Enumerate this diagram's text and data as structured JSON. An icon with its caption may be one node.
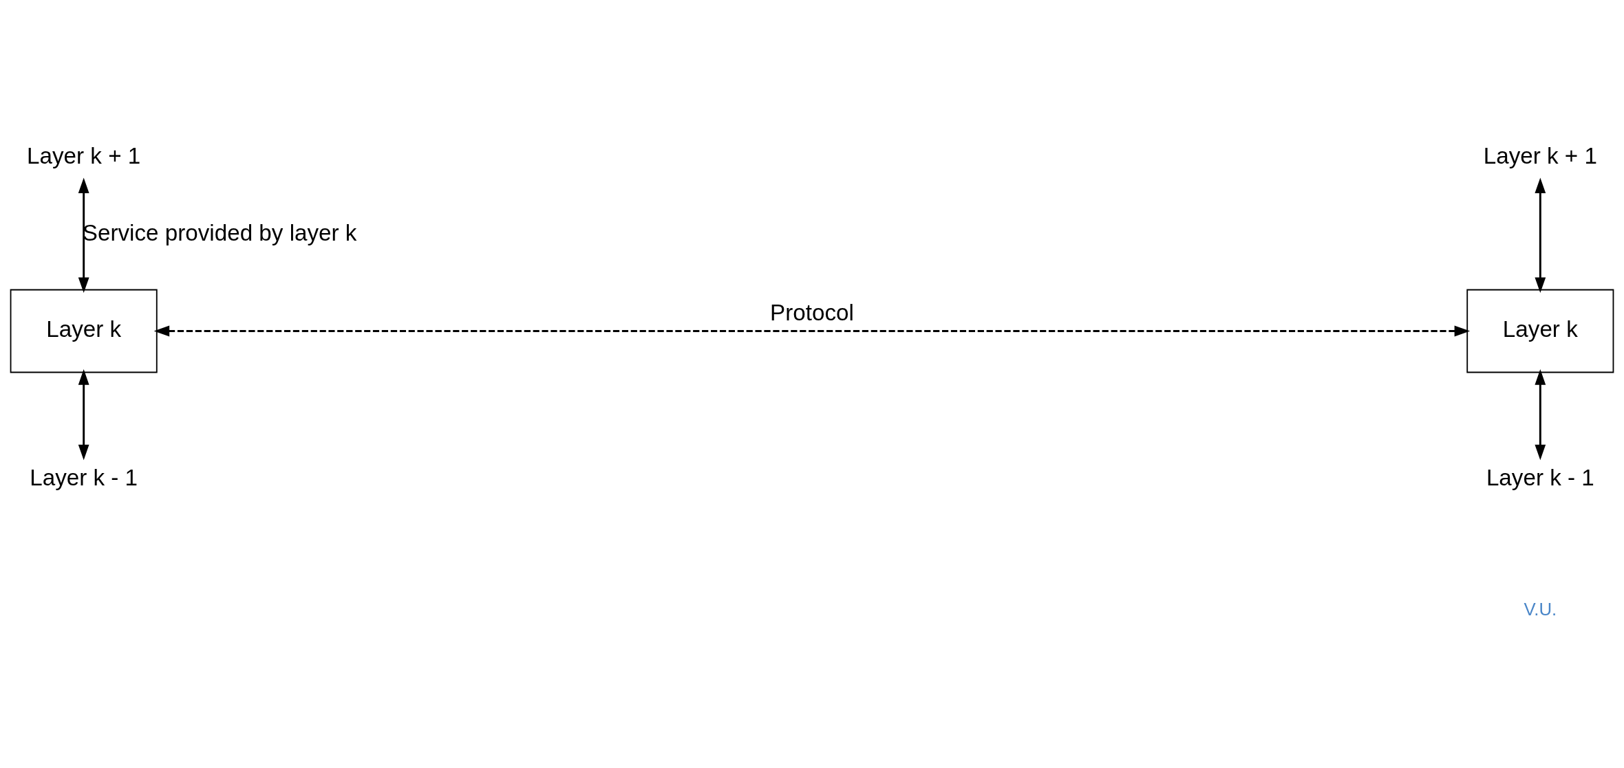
{
  "diagram": {
    "nodes": [
      {
        "text": [
          "Layer k + 1"
        ]
      },
      {
        "text": [
          "Layer k"
        ]
      },
      {
        "text": [
          "Layer k - 1"
        ]
      },
      {
        "text": [
          "Layer k + 1"
        ]
      },
      {
        "text": [
          "Layer k"
        ]
      },
      {
        "text": [
          "Layer k - 1"
        ]
      }
    ],
    "edges": [
      {
        "from": 0,
        "to": 1,
        "arrow": "both",
        "label": "Service provided by layer k"
      },
      {
        "from": 1,
        "to": 2,
        "arrow": "both"
      },
      {
        "from": 1,
        "to": 4,
        "arrow": "both",
        "style": "dashed",
        "label": "Protocol"
      },
      {
        "from": 3,
        "to": 4,
        "arrow": "both"
      },
      {
        "from": 4,
        "to": 5,
        "arrow": "both"
      }
    ],
    "labels": [
      "V.U."
    ]
  }
}
